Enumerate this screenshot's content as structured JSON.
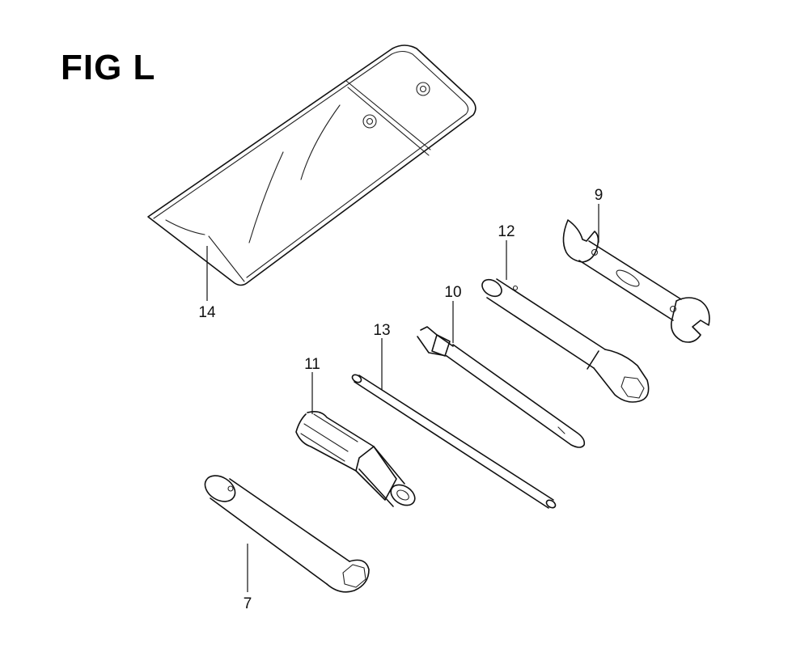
{
  "figure": {
    "title": "FIG L"
  },
  "parts": [
    {
      "id": "pouch",
      "callout": "14"
    },
    {
      "id": "open-end-wrench",
      "callout": "9"
    },
    {
      "id": "box-wrench",
      "callout": "12"
    },
    {
      "id": "screwdriver",
      "callout": "10"
    },
    {
      "id": "handle-bar",
      "callout": "13"
    },
    {
      "id": "screwdriver-grip",
      "callout": "11"
    },
    {
      "id": "spark-plug-wrench",
      "callout": "7"
    }
  ]
}
